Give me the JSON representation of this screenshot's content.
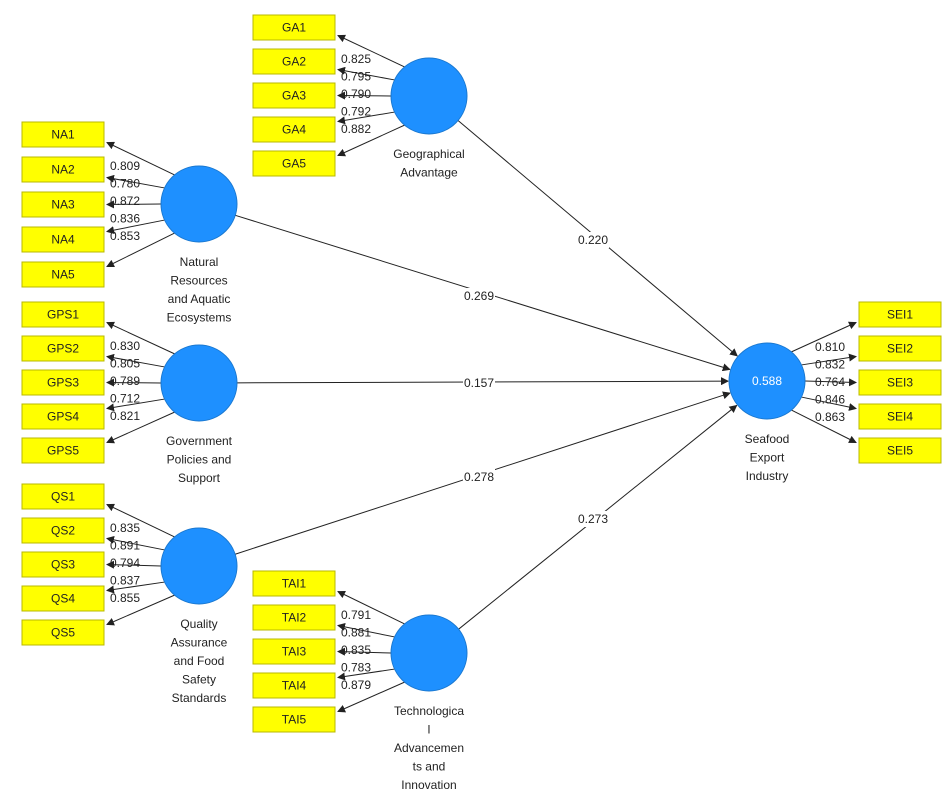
{
  "diagram": {
    "constructs": [
      {
        "id": "GA",
        "label_lines": [
          "Geographical",
          "Advantage"
        ],
        "r2": "",
        "indicators": [
          "GA1",
          "GA2",
          "GA3",
          "GA4",
          "GA5"
        ],
        "loadings": [
          "0.825",
          "0.795",
          "0.790",
          "0.792",
          "0.882"
        ]
      },
      {
        "id": "NA",
        "label_lines": [
          "Natural",
          "Resources",
          "and Aquatic",
          "Ecosystems"
        ],
        "r2": "",
        "indicators": [
          "NA1",
          "NA2",
          "NA3",
          "NA4",
          "NA5"
        ],
        "loadings": [
          "0.809",
          "0.780",
          "0.872",
          "0.836",
          "0.853"
        ]
      },
      {
        "id": "GPS",
        "label_lines": [
          "Government",
          "Policies and",
          "Support"
        ],
        "r2": "",
        "indicators": [
          "GPS1",
          "GPS2",
          "GPS3",
          "GPS4",
          "GPS5"
        ],
        "loadings": [
          "0.830",
          "0.805",
          "0.789",
          "0.712",
          "0.821"
        ]
      },
      {
        "id": "QS",
        "label_lines": [
          "Quality",
          "Assurance",
          "and Food",
          "Safety",
          "Standards"
        ],
        "r2": "",
        "indicators": [
          "QS1",
          "QS2",
          "QS3",
          "QS4",
          "QS5"
        ],
        "loadings": [
          "0.835",
          "0.891",
          "0.794",
          "0.837",
          "0.855"
        ]
      },
      {
        "id": "TAI",
        "label_lines": [
          "Technologica",
          "l",
          "Advancemen",
          "ts and",
          "Innovation"
        ],
        "r2": "",
        "indicators": [
          "TAI1",
          "TAI2",
          "TAI3",
          "TAI4",
          "TAI5"
        ],
        "loadings": [
          "0.791",
          "0.881",
          "0.835",
          "0.783",
          "0.879"
        ]
      },
      {
        "id": "SEI",
        "label_lines": [
          "Seafood",
          "Export",
          "Industry"
        ],
        "r2": "0.588",
        "indicators": [
          "SEI1",
          "SEI2",
          "SEI3",
          "SEI4",
          "SEI5"
        ],
        "loadings": [
          "0.810",
          "0.832",
          "0.764",
          "0.846",
          "0.863"
        ]
      }
    ],
    "paths": [
      {
        "from": "GA",
        "to": "SEI",
        "coef": "0.220"
      },
      {
        "from": "NA",
        "to": "SEI",
        "coef": "0.269"
      },
      {
        "from": "GPS",
        "to": "SEI",
        "coef": "0.157"
      },
      {
        "from": "QS",
        "to": "SEI",
        "coef": "0.278"
      },
      {
        "from": "TAI",
        "to": "SEI",
        "coef": "0.273"
      }
    ],
    "colors": {
      "construct_fill": "#1e90ff",
      "indicator_fill": "#ffff00",
      "line": "#222222"
    }
  }
}
